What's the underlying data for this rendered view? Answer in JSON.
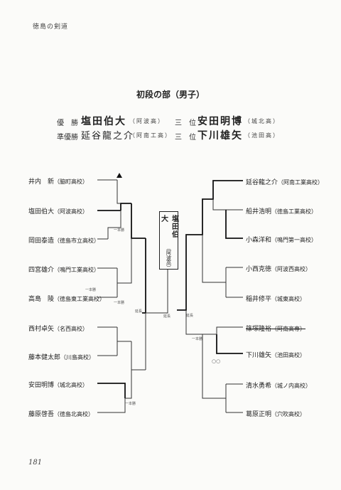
{
  "header": {
    "running_head": "徳島の剣道"
  },
  "section": {
    "title": "初段の部（男子）"
  },
  "results": {
    "champion_label": "優　勝",
    "champion_name": "塩田伯大",
    "champion_school": "（阿波高）",
    "runnerup_label": "準優勝",
    "runnerup_name": "延谷龍之介",
    "runnerup_school": "（阿南工高）",
    "third1_label": "三　位",
    "third1_name": "安田明博",
    "third1_school": "（城北高）",
    "third2_label": "三　位",
    "third2_name": "下川雄矢",
    "third2_school": "（池田高）"
  },
  "champion_box": {
    "name": "塩田伯大",
    "school": "（阿波高）"
  },
  "left_players": [
    {
      "name": "井内　新",
      "school": "（脇町高校）"
    },
    {
      "name": "塩田伯大",
      "school": "（阿波高校）"
    },
    {
      "name": "岡田泰造",
      "school": "（徳島市立高校）"
    },
    {
      "name": "四宮雄介",
      "school": "（鳴門工業高校）"
    },
    {
      "name": "高島　陵",
      "school": "（徳島東工業高校）"
    },
    {
      "name": "西村卓矢",
      "school": "（名西高校）"
    },
    {
      "name": "藤本健太郎",
      "school": "（川島高校）"
    },
    {
      "name": "安田明博",
      "school": "（城北高校）"
    },
    {
      "name": "藤原啓吾",
      "school": "（徳島北高校）"
    }
  ],
  "right_players": [
    {
      "name": "延谷龍之介",
      "school": "（阿南工業高校）"
    },
    {
      "name": "船井浩明",
      "school": "（徳島工業高校）"
    },
    {
      "name": "小森洋和",
      "school": "（鳴門第一高校）"
    },
    {
      "name": "小西克徳",
      "school": "（阿波西高校）"
    },
    {
      "name": "稲井修平",
      "school": "（城東高校）"
    },
    {
      "name": "篠塚隆裕",
      "school": "（阿南高専）"
    },
    {
      "name": "下川雄矢",
      "school": "（池田高校）"
    },
    {
      "name": "清水勇希",
      "school": "（城ノ内高校）"
    },
    {
      "name": "葛原正明",
      "school": "（穴吹高校）"
    }
  ],
  "annotations": {
    "ippon_win_1": "一本勝",
    "ippon_win_2": "一本勝",
    "ippon_win_3": "一本勝",
    "ippon_win_4": "一本勝",
    "ippon_win_5": "一本勝",
    "extension_1": "延長",
    "extension_2": "延長",
    "extension_3": "延長",
    "circles": "○○"
  },
  "footer": {
    "page_number": "181"
  }
}
